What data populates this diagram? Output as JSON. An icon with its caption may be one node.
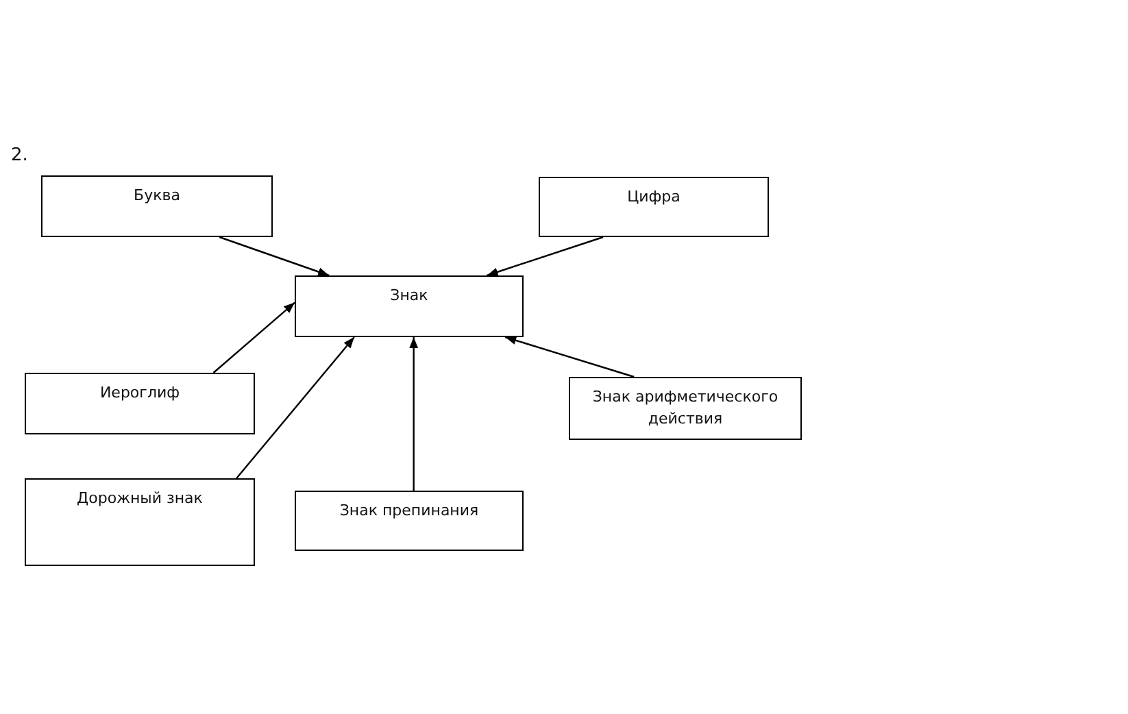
{
  "diagram": {
    "nodes": [
      {
        "text": [
          "Буква"
        ]
      },
      {
        "text": [
          "Цифра"
        ]
      },
      {
        "text": [
          "Знак"
        ]
      },
      {
        "text": [
          "Иероглиф"
        ]
      },
      {
        "text": [
          "Знак арифметического действия"
        ]
      },
      {
        "text": [
          "Дорожный знак"
        ]
      },
      {
        "text": [
          "Знак препинания"
        ]
      }
    ],
    "edges": [
      {
        "from": 0,
        "to": 2,
        "arrow": "to"
      },
      {
        "from": 1,
        "to": 2,
        "arrow": "to"
      },
      {
        "from": 3,
        "to": 2,
        "arrow": "to"
      },
      {
        "from": 5,
        "to": 2,
        "arrow": "to"
      },
      {
        "from": 6,
        "to": 2,
        "arrow": "to"
      },
      {
        "from": 4,
        "to": 2,
        "arrow": "to"
      }
    ],
    "labels": [
      "2."
    ]
  }
}
